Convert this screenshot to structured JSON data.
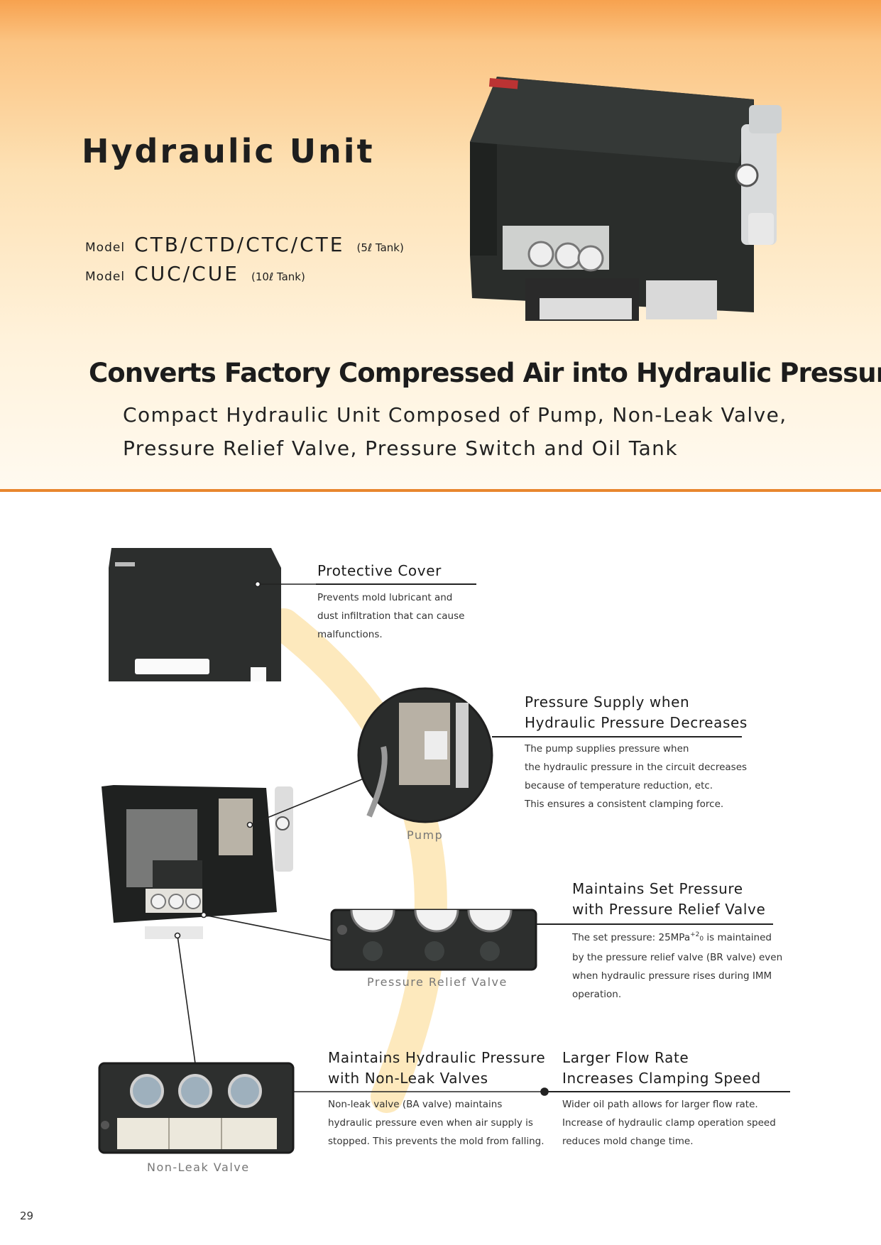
{
  "header": {
    "title": "Hydraulic Unit",
    "models": [
      {
        "label": "Model",
        "code": "CTB/CTD/CTC/CTE",
        "tank": "(5ℓ Tank)"
      },
      {
        "label": "Model",
        "code": "CUC/CUE",
        "tank": "(10ℓ Tank)"
      }
    ],
    "headline": "Converts Factory Compressed Air into Hydraulic Pressure.",
    "subheadline": [
      "Compact Hydraulic Unit Composed of Pump, Non-Leak Valve,",
      "Pressure Relief Valve, Pressure Switch and Oil Tank"
    ]
  },
  "features": {
    "protective_cover": {
      "title": "Protective Cover",
      "body": [
        "Prevents mold lubricant and",
        "dust infiltration that can cause",
        "malfunctions."
      ]
    },
    "pressure_supply": {
      "title": [
        "Pressure Supply when",
        "Hydraulic Pressure Decreases"
      ],
      "body": [
        "The pump supplies pressure when",
        "the hydraulic pressure in the circuit decreases",
        "because of temperature reduction, etc.",
        "This ensures a consistent clamping force."
      ]
    },
    "relief_valve": {
      "title": [
        "Maintains Set Pressure",
        "with Pressure Relief Valve"
      ],
      "body_first_prefix": "The set pressure: 25MPa",
      "body_first_sup": "+2",
      "body_first_sub": "0",
      "body_first_suffix": " is maintained",
      "body": [
        "by the pressure relief valve (BR valve) even",
        "when hydraulic pressure rises during IMM",
        "operation."
      ]
    },
    "non_leak": {
      "title": [
        "Maintains Hydraulic Pressure",
        "with Non-Leak Valves"
      ],
      "body": [
        "Non-leak valve (BA valve) maintains",
        "hydraulic pressure even when air supply is",
        "stopped. This prevents the mold from falling."
      ]
    },
    "flow_rate": {
      "title": [
        "Larger Flow Rate",
        "Increases Clamping Speed"
      ],
      "body": [
        "Wider oil path allows for larger flow rate.",
        "Increase of hydraulic clamp operation speed",
        "reduces mold change time."
      ]
    }
  },
  "captions": {
    "pump": "Pump",
    "relief_valve": "Pressure Relief Valve",
    "non_leak_valve": "Non-Leak Valve"
  },
  "page_number": "29",
  "colors": {
    "accent": "#e8862e",
    "band_top": "#f7a24f",
    "band_bottom": "#fffaf0",
    "arc": "#fde3ad"
  }
}
